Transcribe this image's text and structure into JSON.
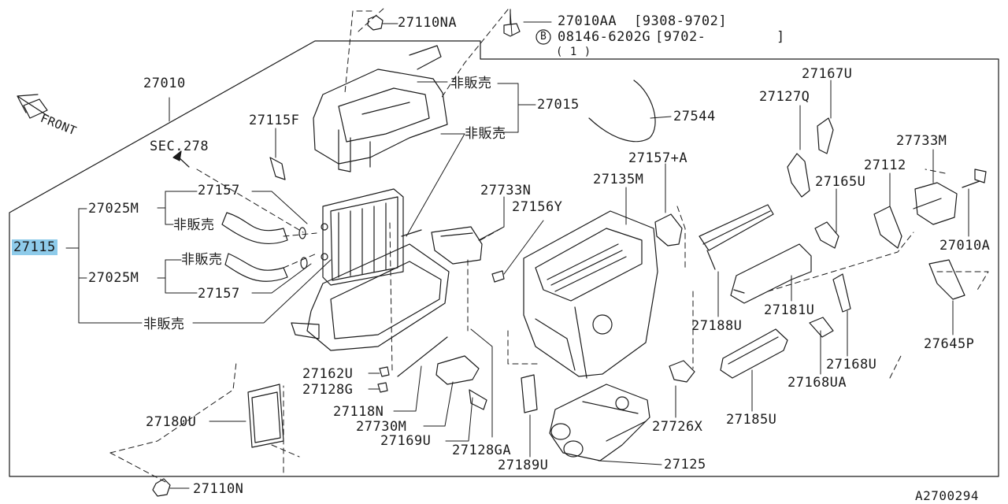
{
  "diagram": {
    "figure_id": "A2700294",
    "front_label": "FRONT",
    "selected_part": "27115",
    "labels": {
      "p27110NA": "27110NA",
      "p27010AA": "27010AA",
      "range1": "[9308-9702]",
      "badge": "B",
      "p08146": "08146-6202G",
      "range2": "[9702-",
      "range2_end": "]",
      "qty": "( 1 )",
      "p27010": "27010",
      "hanbai_top": "非販売",
      "p27015": "27015",
      "hanbai_mid": "非販売",
      "p27544": "27544",
      "p27167U": "27167U",
      "p27127Q": "27127Q",
      "p27115F": "27115F",
      "sec278": "SEC.278",
      "p27733M": "27733M",
      "p27157A": "27157+A",
      "p27135M": "27135M",
      "p27112": "27112",
      "p27733N": "27733N",
      "p27165U": "27165U",
      "p27157_top": "27157",
      "p27025M_top": "27025M",
      "p27156Y": "27156Y",
      "hanbai_left1": "非販売",
      "p27115": "27115",
      "hanbai_left2": "非販売",
      "p27025M_bot": "27025M",
      "p27157_bot": "27157",
      "p27010A": "27010A",
      "hanbai_bottom": "非販売",
      "p27181U": "27181U",
      "p27188U": "27188U",
      "p27645P": "27645P",
      "p27168U": "27168U",
      "p27162U": "27162U",
      "p27128G": "27128G",
      "p27168UA": "27168UA",
      "p27118N": "27118N",
      "p27180U": "27180U",
      "p27730M": "27730M",
      "p27726X": "27726X",
      "p27185U": "27185U",
      "p27169U": "27169U",
      "p27128GA": "27128GA",
      "p27189U": "27189U",
      "p27125": "27125",
      "p27110N": "27110N"
    }
  }
}
